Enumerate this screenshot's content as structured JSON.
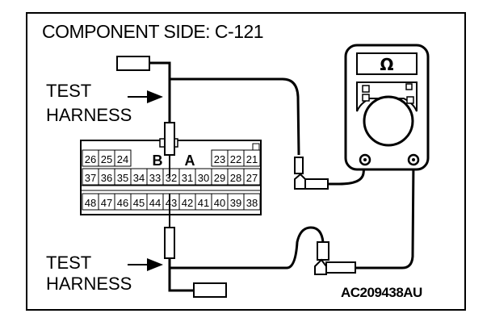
{
  "title": "COMPONENT SIDE: C-121",
  "harness_top": {
    "line1": "TEST",
    "line2": "HARNESS"
  },
  "harness_bottom": {
    "line1": "TEST",
    "line2": "HARNESS"
  },
  "figure_code": "AC209438AU",
  "meter_symbol": "Ω",
  "connector": {
    "side_labels": [
      "B",
      "A"
    ],
    "row1_left": [
      "26",
      "25",
      "24"
    ],
    "row1_right": [
      "23",
      "22",
      "21"
    ],
    "row2": [
      "37",
      "36",
      "35",
      "34",
      "33",
      "32",
      "31",
      "30",
      "29",
      "28",
      "27"
    ],
    "row3": [
      "48",
      "47",
      "46",
      "45",
      "44",
      "43",
      "42",
      "41",
      "40",
      "39",
      "38"
    ],
    "probe_pins": [
      "32",
      "43"
    ]
  }
}
